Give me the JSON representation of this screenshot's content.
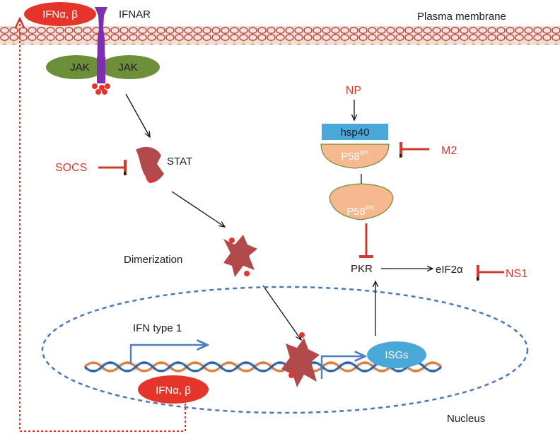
{
  "labels": {
    "ifn_top": "IFNα, β",
    "ifnar": "IFNAR",
    "plasma_membrane": "Plasma membrane",
    "jak_left": "JAK",
    "jak_right": "JAK",
    "np": "NP",
    "hsp40": "hsp40",
    "p58_top_base": "P58",
    "p58_top_sup": "IPK",
    "m2": "M2",
    "socs": "SOCS",
    "stat": "STAT",
    "p58_mid_base": "P58",
    "p58_mid_sup": "IPK",
    "dimerization": "Dimerization",
    "pkr": "PKR",
    "eif2a": "eIF2α",
    "ns1": "NS1",
    "ifn_type1": "IFN type 1",
    "isgs": "ISGs",
    "ifn_bottom": "IFNα, β",
    "nucleus": "Nucleus"
  },
  "colors": {
    "ifn_red": "#e5352b",
    "inhibitor_red": "#d23a2e",
    "jak_green": "#6e8f3a",
    "ifnar_purple": "#7e2fae",
    "stat_red": "#b24a4b",
    "hsp40_blue": "#4aa8d8",
    "p58_peach": "#f6b88e",
    "isgs_blue": "#4aa8d8",
    "dna_orange": "#e9782a",
    "dna_blue": "#2f5f9e",
    "nucleus_dash": "#4a78b8",
    "arrow_blue": "#4f7fbf"
  }
}
